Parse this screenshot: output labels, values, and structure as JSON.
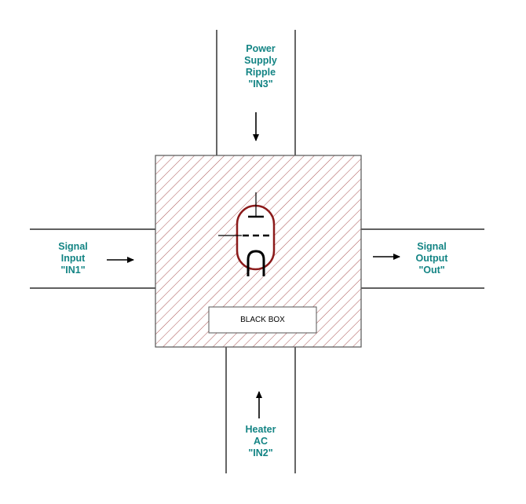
{
  "colors": {
    "label": "#138484",
    "hatch": "#a04040",
    "tube": "#8b1a1a",
    "line": "#000000",
    "box_border": "#555555"
  },
  "inputs": {
    "top": {
      "lines": [
        "Power",
        "Supply",
        "Ripple",
        "\"IN3\""
      ],
      "arrow": "down-arrow"
    },
    "left": {
      "lines": [
        "Signal",
        "Input",
        "\"IN1\""
      ],
      "arrow": "right-arrow"
    },
    "bottom": {
      "lines": [
        "Heater",
        "AC",
        "\"IN2\""
      ],
      "arrow": "up-arrow"
    }
  },
  "output": {
    "lines": [
      "Signal",
      "Output",
      "\"Out\""
    ],
    "arrow": "right-arrow"
  },
  "box": {
    "label": "BLACK BOX",
    "icon": "vacuum-tube-icon"
  }
}
